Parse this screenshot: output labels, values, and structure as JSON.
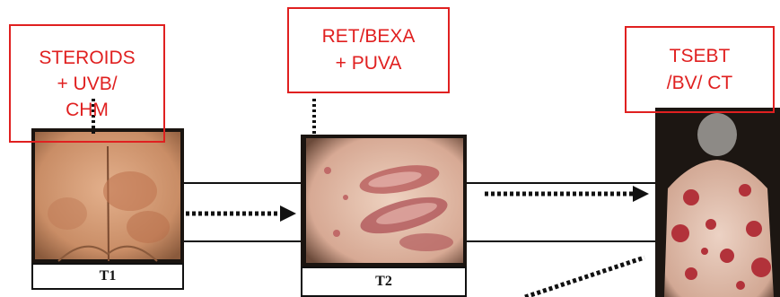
{
  "stages": [
    {
      "label": "T1",
      "treatment_lines": [
        "STEROIDS",
        "+ UVB/",
        "CHM"
      ],
      "image": "patient-back-patches-photo"
    },
    {
      "label": "T2",
      "treatment_lines": [
        "RET/BEXA",
        "+ PUVA"
      ],
      "image": "patient-side-plaques-photo"
    },
    {
      "label": "",
      "treatment_lines": [
        "TSEBT",
        "/BV/ CT"
      ],
      "image": "patient-back-tumors-photo"
    }
  ],
  "colors": {
    "treatment_box": "#e02020",
    "lines": "#111111"
  },
  "icons": [
    "dotted-arrow-icon",
    "dotted-arrow-icon"
  ]
}
